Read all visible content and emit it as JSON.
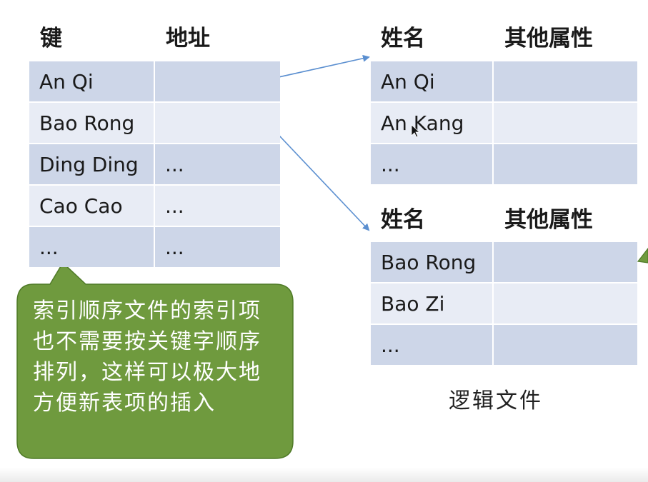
{
  "index_table": {
    "headers": [
      "键",
      "地址"
    ],
    "rows": [
      {
        "key": "An Qi",
        "addr": ""
      },
      {
        "key": "Bao Rong",
        "addr": ""
      },
      {
        "key": "Ding Ding",
        "addr": "..."
      },
      {
        "key": "Cao Cao",
        "addr": "..."
      },
      {
        "key": "...",
        "addr": "..."
      }
    ]
  },
  "file_block_1": {
    "headers": [
      "姓名",
      "其他属性"
    ],
    "rows": [
      {
        "name": "An Qi",
        "attrs": ""
      },
      {
        "name": "An Kang",
        "attrs": ""
      },
      {
        "name": "...",
        "attrs": ""
      }
    ]
  },
  "file_block_2": {
    "headers": [
      "姓名",
      "其他属性"
    ],
    "rows": [
      {
        "name": "Bao Rong",
        "attrs": ""
      },
      {
        "name": "Bao Zi",
        "attrs": ""
      },
      {
        "name": "...",
        "attrs": ""
      }
    ]
  },
  "callout": {
    "text": "索引顺序文件的索引项也不需要按关键字顺序排列，这样可以极大地方便新表项的插入"
  },
  "caption": "逻辑文件",
  "colors": {
    "row_dark": "#cdd6e8",
    "row_light": "#e8ecf5",
    "arrow": "#5b8fd0",
    "callout_fill": "#6f9a3e",
    "callout_stroke": "#4f7a27"
  }
}
